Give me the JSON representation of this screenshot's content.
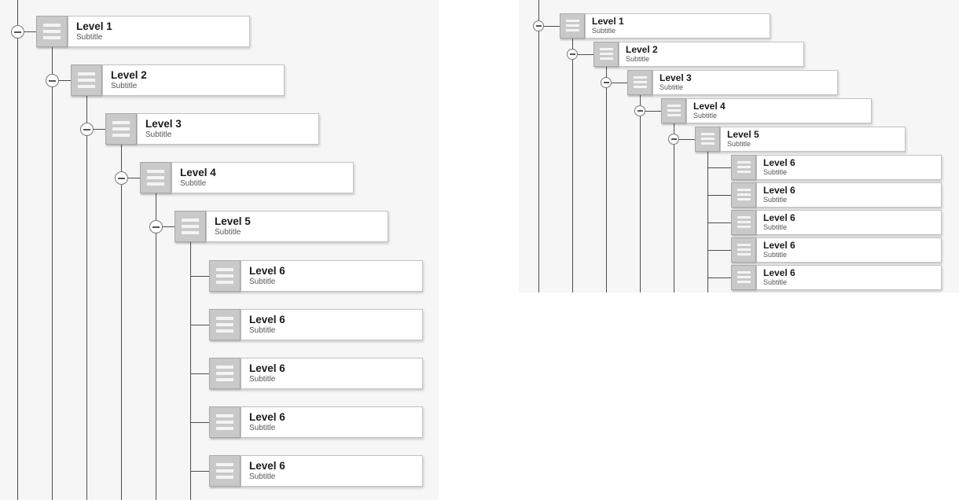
{
  "colors": {
    "panel_bg": "#f6f6f6",
    "card_bg": "#ffffff",
    "card_border": "#c2c2c2",
    "icon_bg": "#c9c9c9",
    "icon_bars": "#f4f4f4",
    "link_line": "#4d4d4d",
    "title_text": "#1a1a1a",
    "subtitle_text": "#555555"
  },
  "icons": {
    "node_icon": "hamburger-menu-icon",
    "toggle_icon": "collapse-minus-icon"
  },
  "left_tree": {
    "nodes": [
      {
        "title": "Level 1",
        "subtitle": "Subtitle"
      },
      {
        "title": "Level 2",
        "subtitle": "Subtitle"
      },
      {
        "title": "Level 3",
        "subtitle": "Subtitle"
      },
      {
        "title": "Level 4",
        "subtitle": "Subtitle"
      },
      {
        "title": "Level 5",
        "subtitle": "Subtitle"
      },
      {
        "title": "Level 6",
        "subtitle": "Subtitle"
      },
      {
        "title": "Level 6",
        "subtitle": "Subtitle"
      },
      {
        "title": "Level 6",
        "subtitle": "Subtitle"
      },
      {
        "title": "Level 6",
        "subtitle": "Subtitle"
      },
      {
        "title": "Level 6",
        "subtitle": "Subtitle"
      }
    ]
  },
  "right_tree": {
    "nodes": [
      {
        "title": "Level 1",
        "subtitle": "Subtitle"
      },
      {
        "title": "Level 2",
        "subtitle": "Subtitle"
      },
      {
        "title": "Level 3",
        "subtitle": "Subtitle"
      },
      {
        "title": "Level 4",
        "subtitle": "Subtitle"
      },
      {
        "title": "Level 5",
        "subtitle": "Subtitle"
      },
      {
        "title": "Level 6",
        "subtitle": "Subtitle"
      },
      {
        "title": "Level 6",
        "subtitle": "Subtitle"
      },
      {
        "title": "Level 6",
        "subtitle": "Subtitle"
      },
      {
        "title": "Level 6",
        "subtitle": "Subtitle"
      },
      {
        "title": "Level 6",
        "subtitle": "Subtitle"
      }
    ]
  }
}
